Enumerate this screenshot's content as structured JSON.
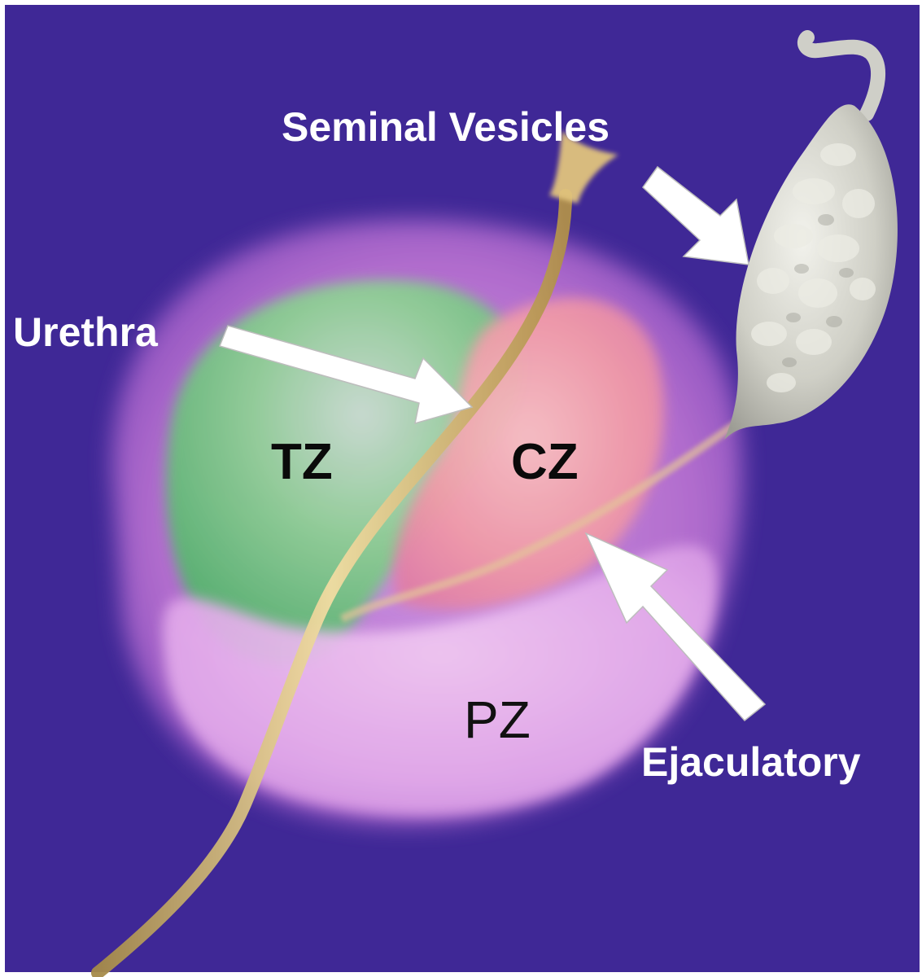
{
  "labels": {
    "seminal_vesicles": "Seminal Vesicles",
    "urethra": "Urethra",
    "ejaculatory": "Ejaculatory",
    "transition_zone": "TZ",
    "central_zone": "CZ",
    "peripheral_zone": "PZ"
  },
  "colors": {
    "background": "#3f2896",
    "prostate_outer": "#d98ee6",
    "transition_zone": "#7fc98a",
    "central_zone": "#f2a4ad",
    "peripheral_zone": "#e9b6ee",
    "urethra": "#d6b46a",
    "seminal_vesicle": "#d4d4cc",
    "arrow": "#ffffff"
  },
  "icons": [
    "arrow-icon",
    "seminal-vesicle-illustration",
    "urethra-tube"
  ]
}
